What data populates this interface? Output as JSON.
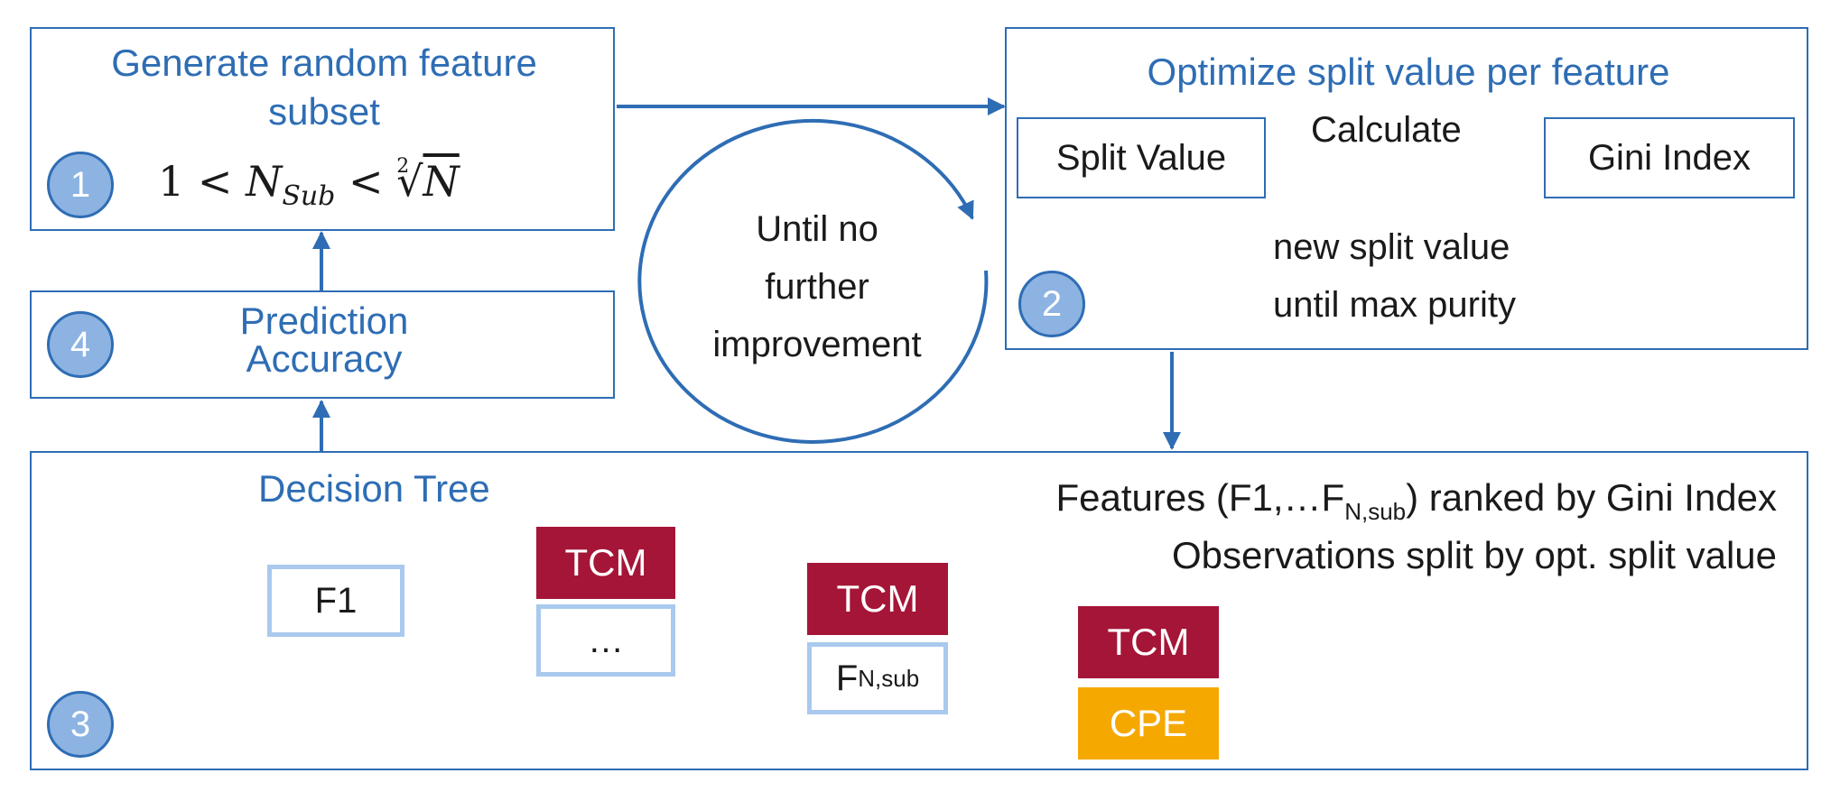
{
  "colors": {
    "border": "#2e6db4",
    "badge_fill": "#8db3e2",
    "node_border": "#a9c9ee",
    "tcm": "#a51537",
    "cpe": "#f5a800"
  },
  "step1": {
    "badge": "1",
    "title_line1": "Generate random feature",
    "title_line2": "subset",
    "formula_lhs": "1 <",
    "formula_var": "N",
    "formula_sub": "Sub",
    "formula_mid": "<",
    "formula_root_index": "2",
    "formula_radical": "√",
    "formula_rad_var": "N"
  },
  "step2": {
    "badge": "2",
    "title": "Optimize split value per feature",
    "split_value": "Split Value",
    "calculate": "Calculate",
    "gini_index": "Gini Index",
    "loop_line1": "new split value",
    "loop_line2": "until max purity"
  },
  "loop": {
    "line1": "Until no",
    "line2": "further",
    "line3": "improvement"
  },
  "step4": {
    "badge": "4",
    "line1": "Prediction",
    "line2": "Accuracy"
  },
  "step3": {
    "badge": "3",
    "title": "Decision Tree",
    "features_prefix": "Features (F1,…F",
    "features_sub": "N,sub",
    "features_suffix": ") ranked by Gini Index",
    "observations": "Observations split by opt. split value",
    "node_f1": "F1",
    "node_ellipsis": "…",
    "node_fn_main": "F",
    "node_fn_sub": "N,sub",
    "leaf_tcm": "TCM",
    "leaf_cpe": "CPE"
  }
}
